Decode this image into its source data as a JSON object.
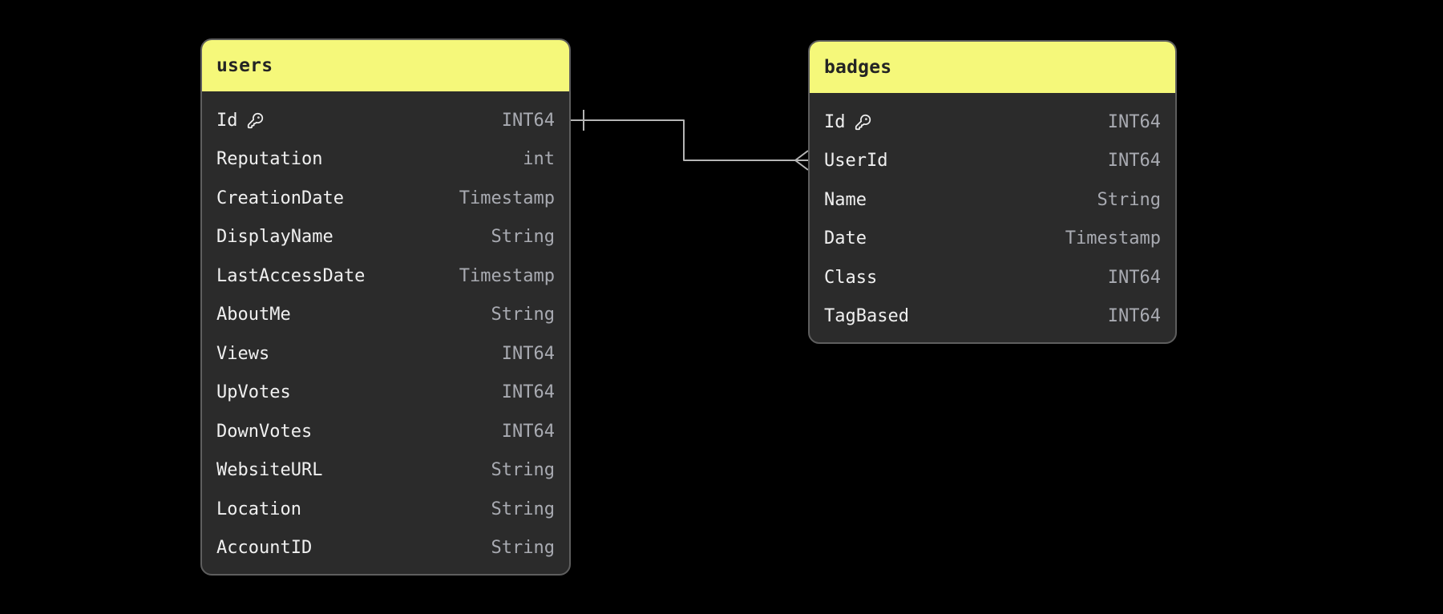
{
  "diagram": {
    "background": "#000000",
    "colors": {
      "table_body": "#2b2b2b",
      "table_border": "#5e5e5e",
      "header_bg": "#f5f87a",
      "header_text": "#242424",
      "field_text": "#f0f0f0",
      "type_text": "#a9abb2",
      "connector": "#b5b5b5"
    },
    "tables": [
      {
        "title": "users",
        "fields": [
          {
            "name": "Id",
            "type": "INT64",
            "key": true
          },
          {
            "name": "Reputation",
            "type": "int",
            "key": false
          },
          {
            "name": "CreationDate",
            "type": "Timestamp",
            "key": false
          },
          {
            "name": "DisplayName",
            "type": "String",
            "key": false
          },
          {
            "name": "LastAccessDate",
            "type": "Timestamp",
            "key": false
          },
          {
            "name": "AboutMe",
            "type": "String",
            "key": false
          },
          {
            "name": "Views",
            "type": "INT64",
            "key": false
          },
          {
            "name": "UpVotes",
            "type": "INT64",
            "key": false
          },
          {
            "name": "DownVotes",
            "type": "INT64",
            "key": false
          },
          {
            "name": "WebsiteURL",
            "type": "String",
            "key": false
          },
          {
            "name": "Location",
            "type": "String",
            "key": false
          },
          {
            "name": "AccountID",
            "type": "String",
            "key": false
          }
        ]
      },
      {
        "title": "badges",
        "fields": [
          {
            "name": "Id",
            "type": "INT64",
            "key": true
          },
          {
            "name": "UserId",
            "type": "INT64",
            "key": false
          },
          {
            "name": "Name",
            "type": "String",
            "key": false
          },
          {
            "name": "Date",
            "type": "Timestamp",
            "key": false
          },
          {
            "name": "Class",
            "type": "INT64",
            "key": false
          },
          {
            "name": "TagBased",
            "type": "INT64",
            "key": false
          }
        ]
      }
    ],
    "relationships": [
      {
        "from_table": "users",
        "from_field": "Id",
        "from_cardinality": "one",
        "to_table": "badges",
        "to_field": "UserId",
        "to_cardinality": "many"
      }
    ],
    "icons": {
      "key": "key-icon"
    }
  }
}
